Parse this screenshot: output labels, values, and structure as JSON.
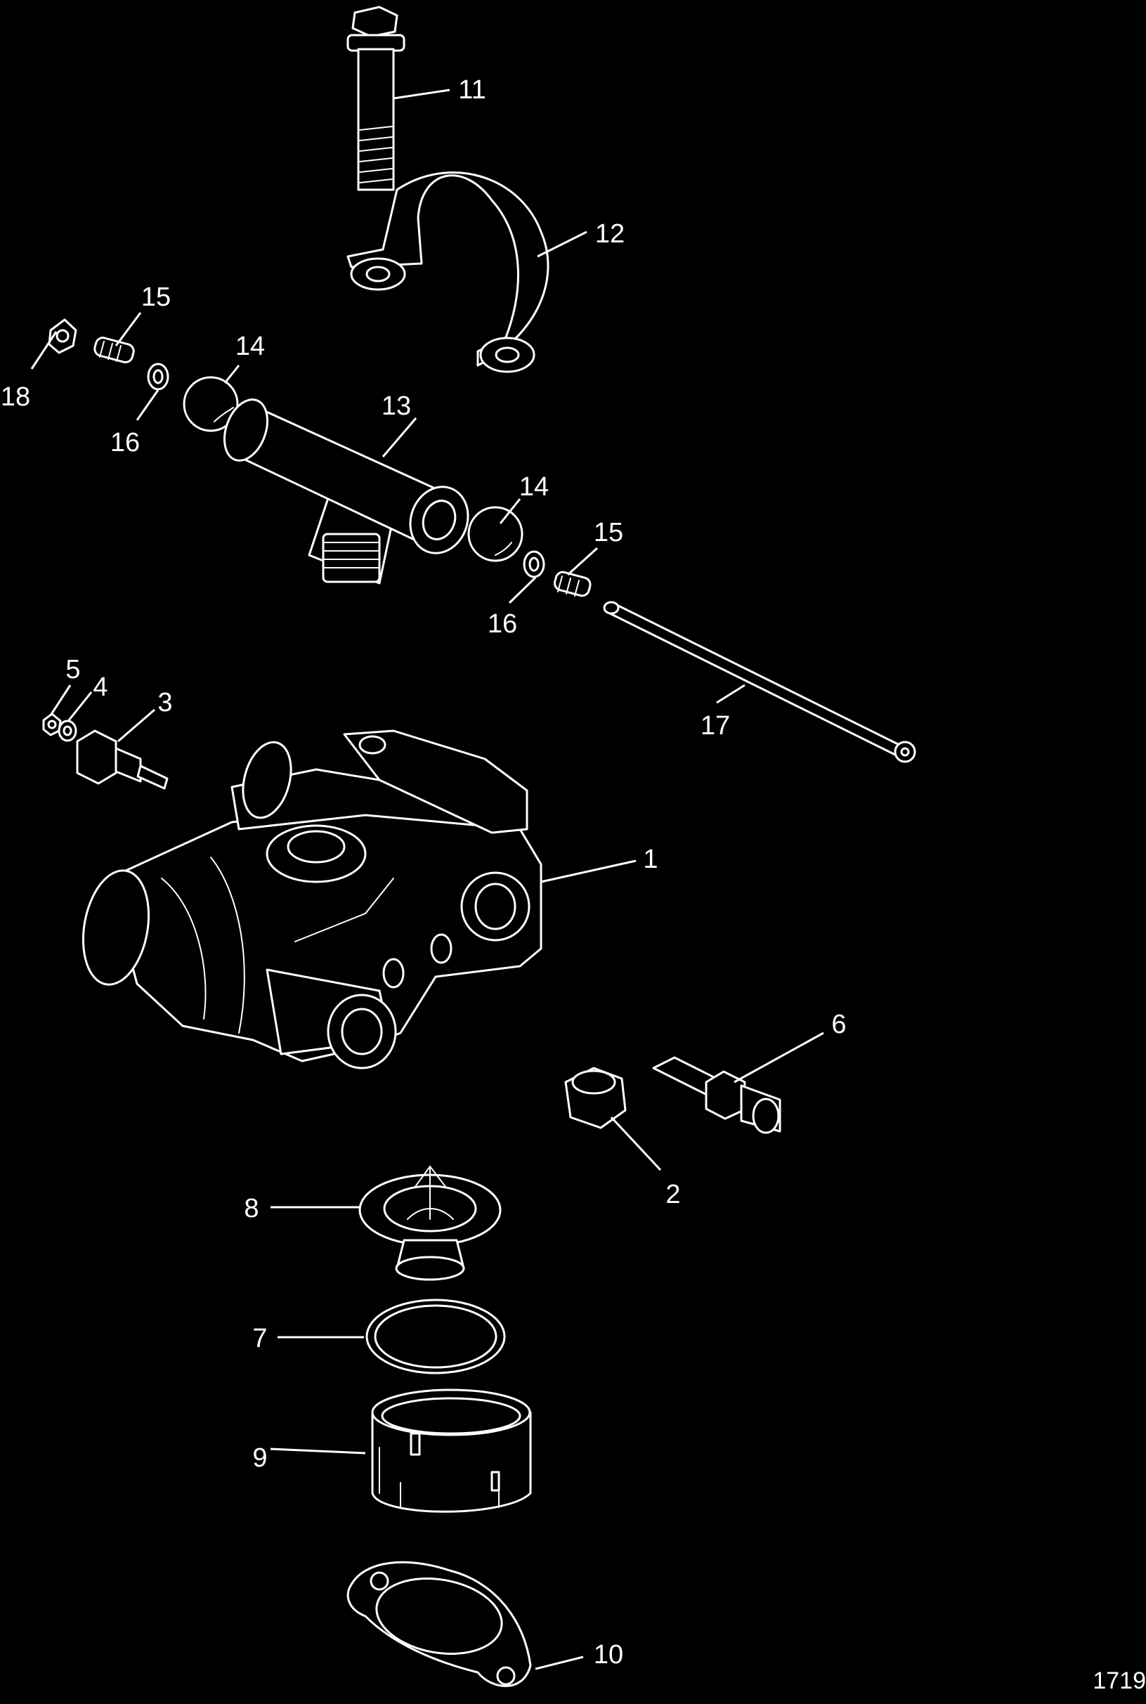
{
  "figure_ref": "1719",
  "callouts": [
    {
      "id": "1",
      "text": "1"
    },
    {
      "id": "2",
      "text": "2"
    },
    {
      "id": "3",
      "text": "3"
    },
    {
      "id": "4",
      "text": "4"
    },
    {
      "id": "5",
      "text": "5"
    },
    {
      "id": "6",
      "text": "6"
    },
    {
      "id": "7",
      "text": "7"
    },
    {
      "id": "8",
      "text": "8"
    },
    {
      "id": "9",
      "text": "9"
    },
    {
      "id": "10",
      "text": "10"
    },
    {
      "id": "11",
      "text": "11"
    },
    {
      "id": "12",
      "text": "12"
    },
    {
      "id": "13",
      "text": "13"
    },
    {
      "id": "14a",
      "text": "14"
    },
    {
      "id": "14b",
      "text": "14"
    },
    {
      "id": "15a",
      "text": "15"
    },
    {
      "id": "15b",
      "text": "15"
    },
    {
      "id": "16a",
      "text": "16"
    },
    {
      "id": "16b",
      "text": "16"
    },
    {
      "id": "17",
      "text": "17"
    },
    {
      "id": "18",
      "text": "18"
    }
  ],
  "colors": {
    "background": "#000000",
    "line": "#ffffff"
  }
}
